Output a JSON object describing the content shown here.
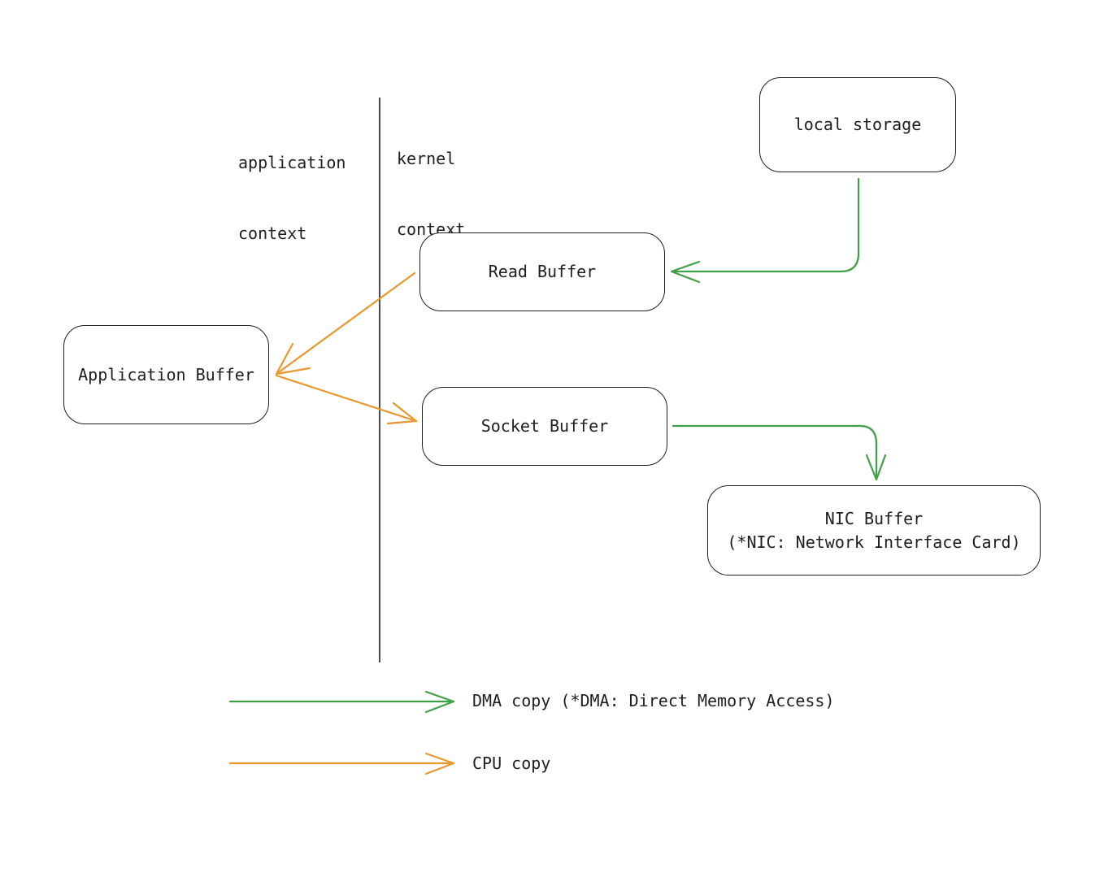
{
  "contexts": {
    "application": [
      "application",
      "context"
    ],
    "kernel": [
      "kernel",
      "context"
    ]
  },
  "nodes": {
    "local_storage": "local storage",
    "read_buffer": "Read Buffer",
    "application_buffer": "Application Buffer",
    "socket_buffer": "Socket Buffer",
    "nic_buffer": [
      "NIC Buffer",
      "(*NIC: Network Interface Card)"
    ]
  },
  "legend": {
    "dma": "DMA copy (*DMA: Direct Memory Access)",
    "cpu": "CPU copy"
  },
  "colors": {
    "dma": "#40a046",
    "cpu": "#e8982c",
    "stroke": "#1e1e1e"
  }
}
